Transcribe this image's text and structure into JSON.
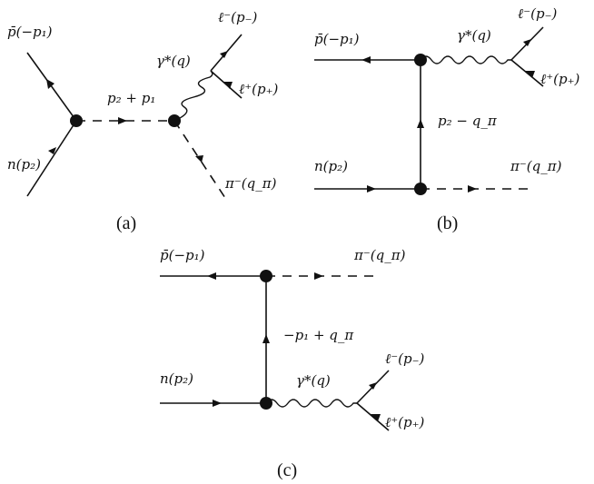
{
  "diagrams": {
    "a": {
      "caption": "(a)",
      "labels": {
        "pbar": "p̄(−p₁)",
        "n": "n(p₂)",
        "prop": "p₂ + p₁",
        "gamma": "γ*(q)",
        "lminus": "ℓ⁻(p₋)",
        "lplus": "ℓ⁺(p₊)",
        "pion": "π⁻(q_π)"
      }
    },
    "b": {
      "caption": "(b)",
      "labels": {
        "pbar": "p̄(−p₁)",
        "gamma": "γ*(q)",
        "lminus": "ℓ⁻(p₋)",
        "lplus": "ℓ⁺(p₊)",
        "prop": "p₂ − q_π",
        "n": "n(p₂)",
        "pion": "π⁻(q_π)"
      }
    },
    "c": {
      "caption": "(c)",
      "labels": {
        "pbar": "p̄(−p₁)",
        "pion": "π⁻(q_π)",
        "prop": "−p₁ + q_π",
        "n": "n(p₂)",
        "gamma": "γ*(q)",
        "lminus": "ℓ⁻(p₋)",
        "lplus": "ℓ⁺(p₊)"
      }
    }
  }
}
